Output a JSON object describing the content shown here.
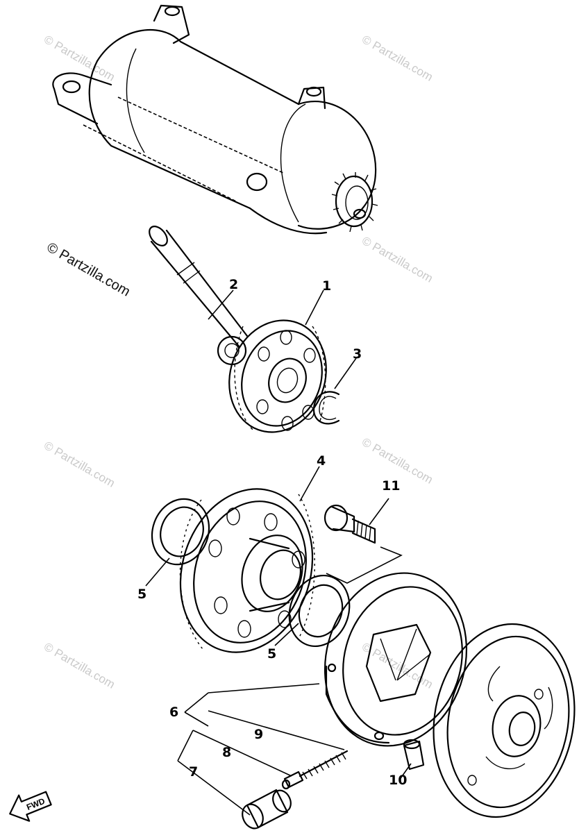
{
  "watermark": {
    "text": "© Partzilla.com"
  },
  "callouts": {
    "p1": "1",
    "p2": "2",
    "p3": "3",
    "p4": "4",
    "p5a": "5",
    "p5b": "5",
    "p6": "6",
    "p7": "7",
    "p8": "8",
    "p9": "9",
    "p10": "10",
    "p11": "11"
  },
  "fwd_badge": "FWD",
  "icon_names": [
    "fwd-arrow-icon"
  ]
}
